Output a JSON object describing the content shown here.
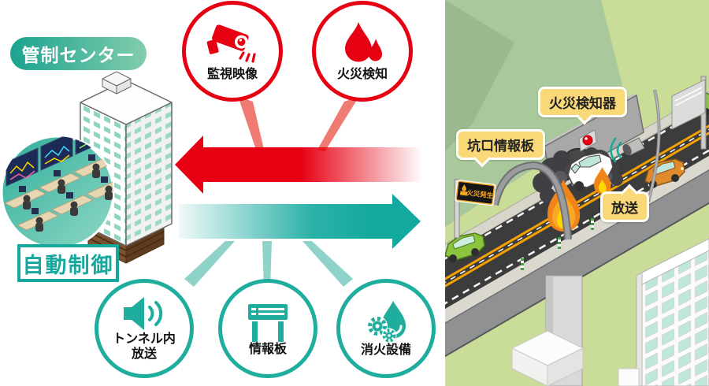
{
  "badges": {
    "control_center": "管制センター",
    "auto_control": "自動制御"
  },
  "to_center": [
    {
      "label": "監視映像",
      "icon": "cctv-camera-icon"
    },
    {
      "label": "火災検知",
      "icon": "flame-icon"
    }
  ],
  "from_center": [
    {
      "line1": "トンネル内",
      "line2": "放送",
      "icon": "loudspeaker-icon"
    },
    {
      "line1": "情報板",
      "line2": "",
      "icon": "info-board-icon"
    },
    {
      "line1": "消火設備",
      "line2": "",
      "icon": "water-drop-gears-icon"
    }
  ],
  "scene": {
    "fire_detector": "火災検知器",
    "portal_board": "坑口情報板",
    "broadcast": "放送",
    "portal_sign": "火災発生"
  },
  "colors": {
    "alert_red": "#e60012",
    "system_teal": "#14a99e",
    "label_yellow": "#f8d877",
    "bg_green": "#c9dc98",
    "mountain_green": "#a9c89b",
    "road_gray": "#3c3c3c",
    "lane_orange": "#f5a200"
  }
}
